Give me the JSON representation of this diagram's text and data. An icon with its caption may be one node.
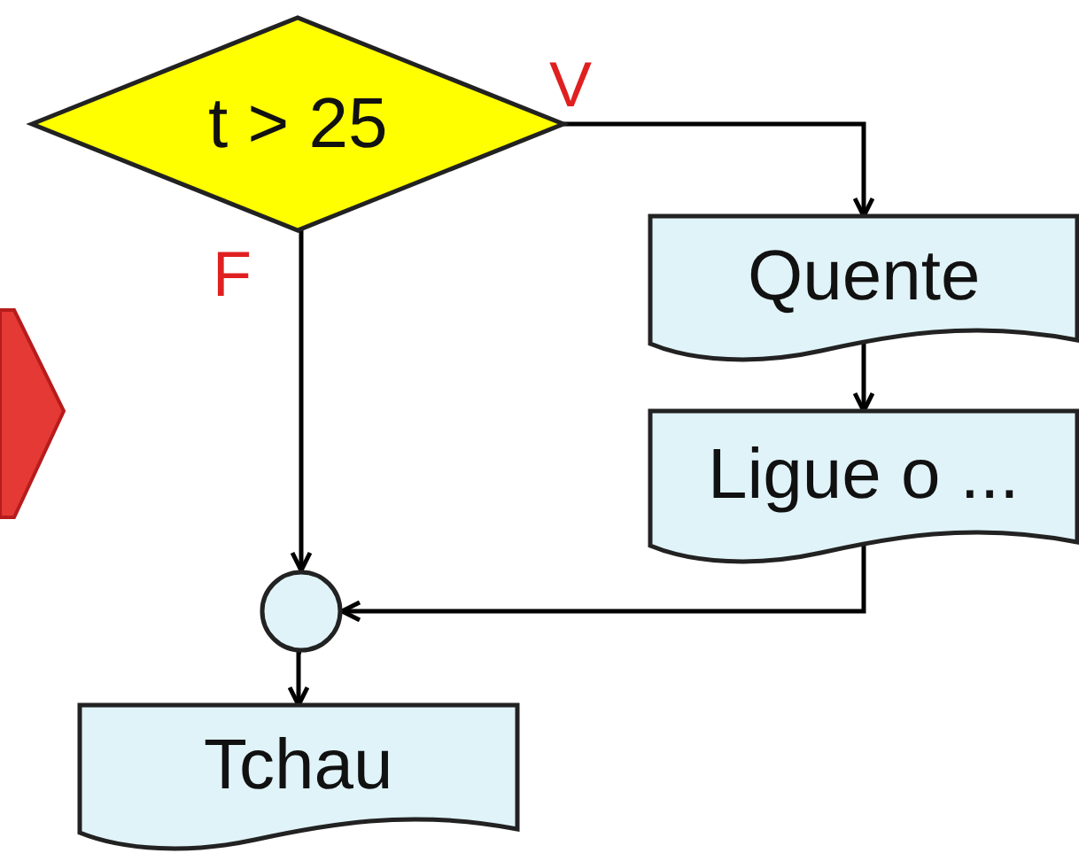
{
  "diagram": {
    "nodes": [
      {
        "text": [
          "t > 25"
        ]
      },
      {
        "text": [
          "Quente"
        ]
      },
      {
        "text": [
          "Ligue o ..."
        ]
      },
      {
        "text": [],
        "shape": "circle"
      },
      {
        "text": [
          "Tchau"
        ]
      }
    ],
    "edges": [
      {
        "from": 0,
        "to": 1,
        "arrow": "to",
        "label": "V"
      },
      {
        "from": 0,
        "to": 3,
        "arrow": "to",
        "label": "F"
      },
      {
        "from": 1,
        "to": 2,
        "arrow": "to"
      },
      {
        "from": 2,
        "to": 3,
        "arrow": "to"
      },
      {
        "from": 3,
        "to": 4,
        "arrow": "to"
      }
    ]
  }
}
